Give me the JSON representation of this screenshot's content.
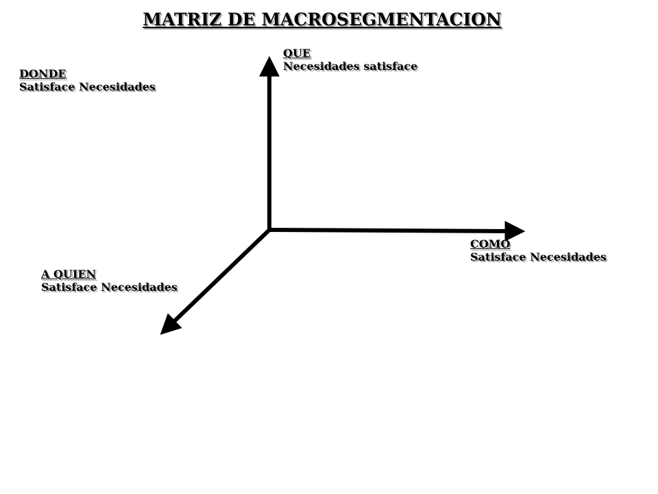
{
  "title": "MATRIZ DE MACROSEGMENTACION",
  "axes": {
    "que": {
      "head": "QUE",
      "sub": "Necesidades satisface"
    },
    "donde": {
      "head": "DONDE",
      "sub": "Satisface Necesidades"
    },
    "como": {
      "head": "COMO",
      "sub": "Satisface Necesidades"
    },
    "a_quien": {
      "head": "A QUIEN",
      "sub": "Satisface Necesidades"
    }
  },
  "colors": {
    "ink": "#000000",
    "shadow": "#a8a8a8",
    "background": "#ffffff"
  }
}
